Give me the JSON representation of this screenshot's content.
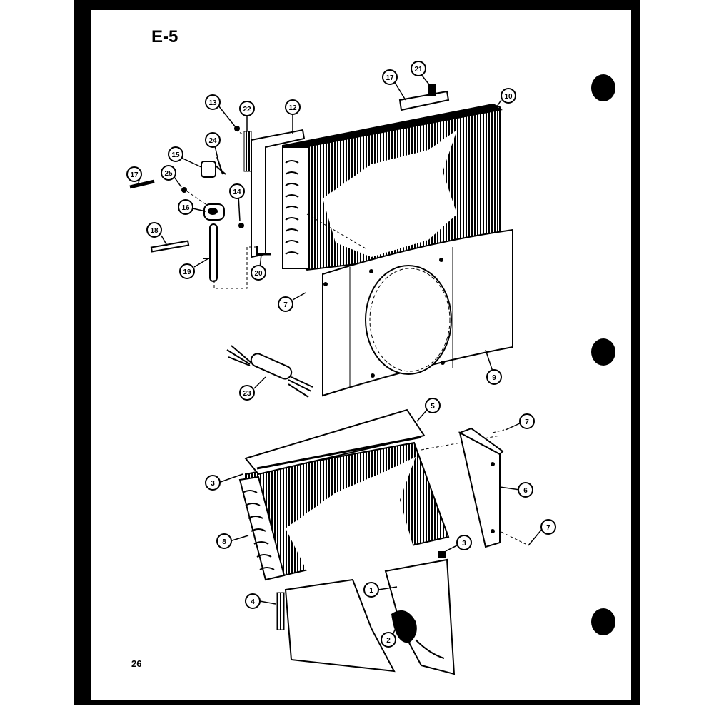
{
  "page": {
    "title": "E-5",
    "page_number": "26"
  },
  "callouts": [
    {
      "id": "c-13",
      "label": "13"
    },
    {
      "id": "c-22",
      "label": "22"
    },
    {
      "id": "c-12",
      "label": "12"
    },
    {
      "id": "c-17a",
      "label": "17"
    },
    {
      "id": "c-21",
      "label": "21"
    },
    {
      "id": "c-10",
      "label": "10"
    },
    {
      "id": "c-24",
      "label": "24"
    },
    {
      "id": "c-15",
      "label": "15"
    },
    {
      "id": "c-17b",
      "label": "17"
    },
    {
      "id": "c-25",
      "label": "25"
    },
    {
      "id": "c-14",
      "label": "14"
    },
    {
      "id": "c-16",
      "label": "16"
    },
    {
      "id": "c-18",
      "label": "18"
    },
    {
      "id": "c-19",
      "label": "19"
    },
    {
      "id": "c-20",
      "label": "20"
    },
    {
      "id": "c-7a",
      "label": "7"
    },
    {
      "id": "c-9",
      "label": "9"
    },
    {
      "id": "c-23",
      "label": "23"
    },
    {
      "id": "c-5",
      "label": "5"
    },
    {
      "id": "c-7b",
      "label": "7"
    },
    {
      "id": "c-3a",
      "label": "3"
    },
    {
      "id": "c-6",
      "label": "6"
    },
    {
      "id": "c-8",
      "label": "8"
    },
    {
      "id": "c-7c",
      "label": "7"
    },
    {
      "id": "c-3b",
      "label": "3"
    },
    {
      "id": "c-4",
      "label": "4"
    },
    {
      "id": "c-1",
      "label": "1"
    },
    {
      "id": "c-2",
      "label": "2"
    }
  ]
}
